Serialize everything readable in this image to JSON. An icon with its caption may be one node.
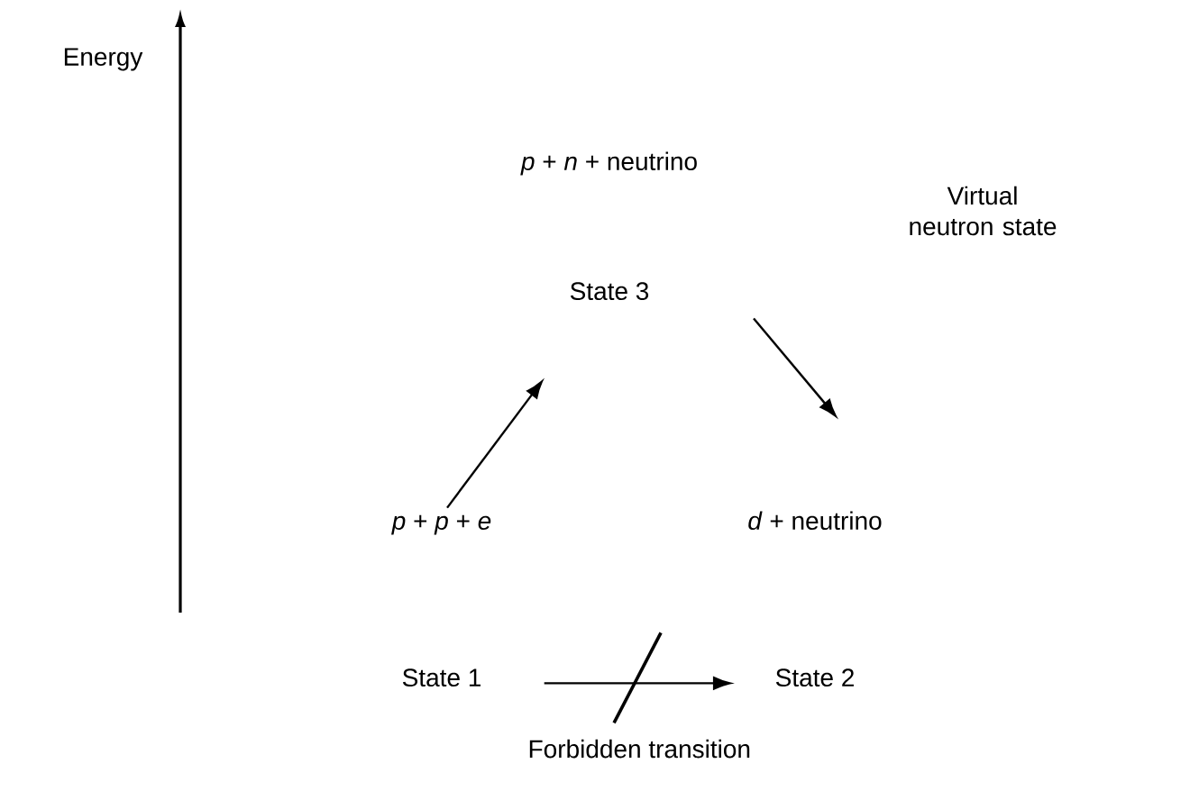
{
  "diagram": {
    "nodes": [
      {
        "text": [
          "*p* + *p* + *e*",
          "State 1"
        ]
      },
      {
        "text": [
          "*p* + *n* + neutrino",
          "State 3"
        ]
      },
      {
        "text": [
          "*d* + neutrino",
          "State 2"
        ]
      }
    ],
    "edges": [
      {
        "from": 0,
        "to": 1,
        "arrow": "to"
      },
      {
        "from": 1,
        "to": 2,
        "arrow": "to"
      },
      {
        "from": 0,
        "to": 2,
        "arrow": "to",
        "label": "Forbidden transition"
      }
    ],
    "labels": [
      "Energy",
      "Virtual neutron state"
    ]
  }
}
